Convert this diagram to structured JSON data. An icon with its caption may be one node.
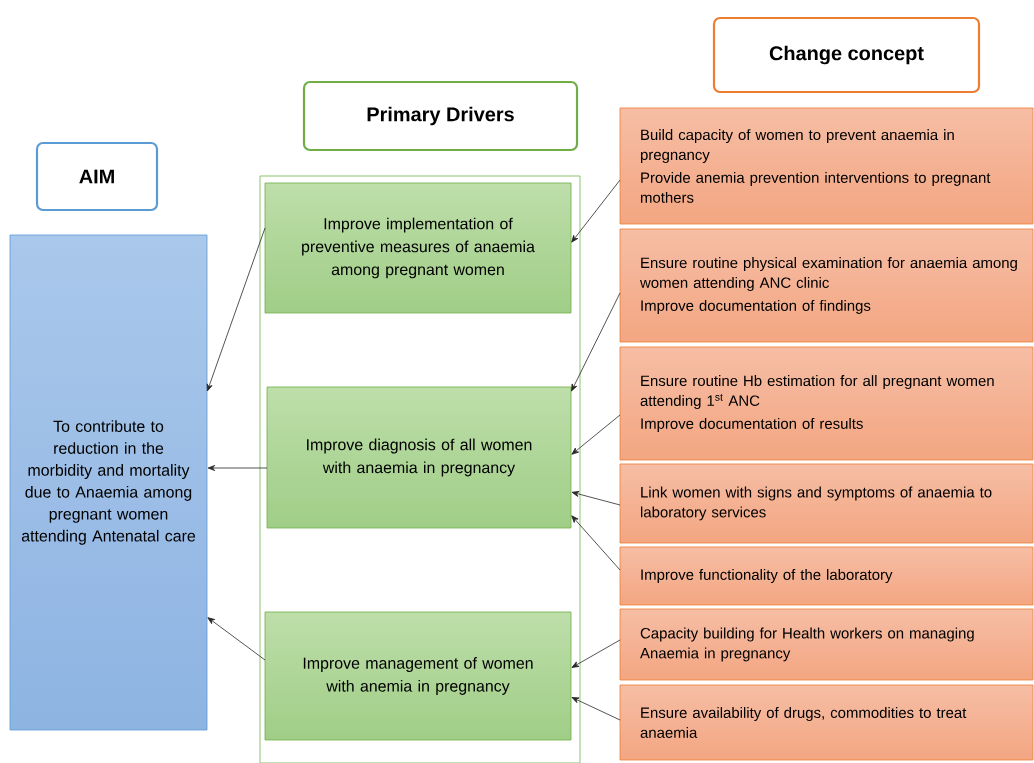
{
  "diagram": {
    "nodes": [
      {
        "text": [
          "AIM"
        ]
      },
      {
        "text": [
          "Primary Drivers"
        ]
      },
      {
        "text": [
          "Change concept"
        ]
      },
      {
        "text": [
          "To contribute to reduction in the morbidity and mortality due to Anaemia among pregnant women attending Antenatal care"
        ]
      },
      {
        "text": [],
        "shape": "box"
      },
      {
        "text": [
          "Improve implementation of preventive measures of anaemia among pregnant women"
        ],
        "in": 4
      },
      {
        "text": [
          "Improve diagnosis of all women with anaemia in pregnancy"
        ],
        "in": 4
      },
      {
        "text": [
          "Improve management of women with anemia in pregnancy"
        ],
        "in": 4
      },
      {
        "text": [
          "Build capacity of women to prevent anaemia in pregnancy",
          "Provide anemia prevention interventions to pregnant mothers"
        ]
      },
      {
        "text": [
          "Ensure routine physical examination for anaemia among women attending ANC clinic",
          "Improve documentation of findings"
        ]
      },
      {
        "text": [
          "Ensure routine Hb estimation for all pregnant women attending 1$^{st}$ ANC",
          "Improve documentation of results"
        ]
      },
      {
        "text": [
          "Link women with signs and symptoms of anaemia to laboratory services"
        ]
      },
      {
        "text": [
          "Improve functionality of the laboratory"
        ]
      },
      {
        "text": [
          "Capacity building for Health workers on managing Anaemia in pregnancy"
        ]
      },
      {
        "text": [
          "Ensure availability of drugs, commodities to treat anaemia"
        ]
      }
    ],
    "edges": [
      {
        "from": 8,
        "to": 5,
        "arrow": "to"
      },
      {
        "from": 9,
        "to": 6,
        "arrow": "to"
      },
      {
        "from": 10,
        "to": 6,
        "arrow": "to"
      },
      {
        "from": 11,
        "to": 6,
        "arrow": "to"
      },
      {
        "from": 12,
        "to": 6,
        "arrow": "to"
      },
      {
        "from": 13,
        "to": 7,
        "arrow": "to"
      },
      {
        "from": 14,
        "to": 7,
        "arrow": "to"
      },
      {
        "from": 5,
        "to": 3,
        "arrow": "to"
      },
      {
        "from": 6,
        "to": 3,
        "arrow": "to"
      },
      {
        "from": 7,
        "to": 3,
        "arrow": "to"
      }
    ]
  }
}
